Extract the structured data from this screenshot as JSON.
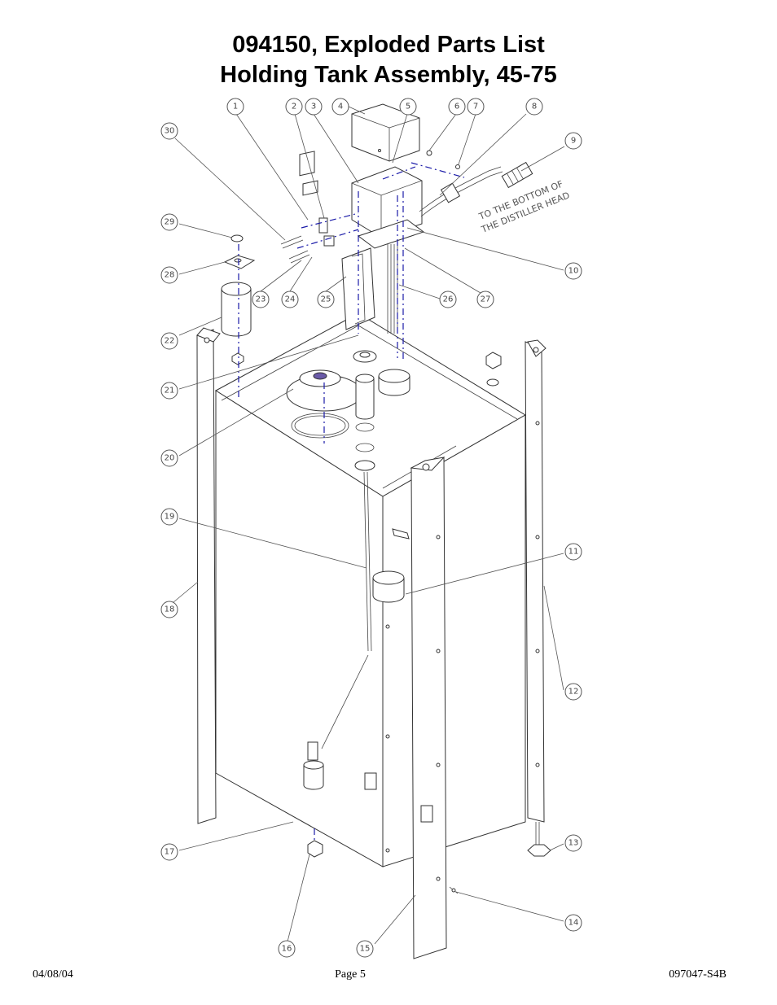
{
  "header": {
    "title_line1": "094150, Exploded Parts List",
    "title_line2": "Holding Tank Assembly, 45-75"
  },
  "diagram": {
    "note_line1": "TO THE BOTTOM OF",
    "note_line2": "THE DISTILLER HEAD",
    "callouts": [
      "1",
      "2",
      "3",
      "4",
      "5",
      "6",
      "7",
      "8",
      "9",
      "10",
      "11",
      "12",
      "13",
      "14",
      "15",
      "16",
      "17",
      "18",
      "19",
      "20",
      "21",
      "22",
      "23",
      "24",
      "25",
      "26",
      "27",
      "28",
      "29",
      "30"
    ]
  },
  "footer": {
    "date": "04/08/04",
    "page": "Page 5",
    "doc_number": "097047-S4B"
  }
}
